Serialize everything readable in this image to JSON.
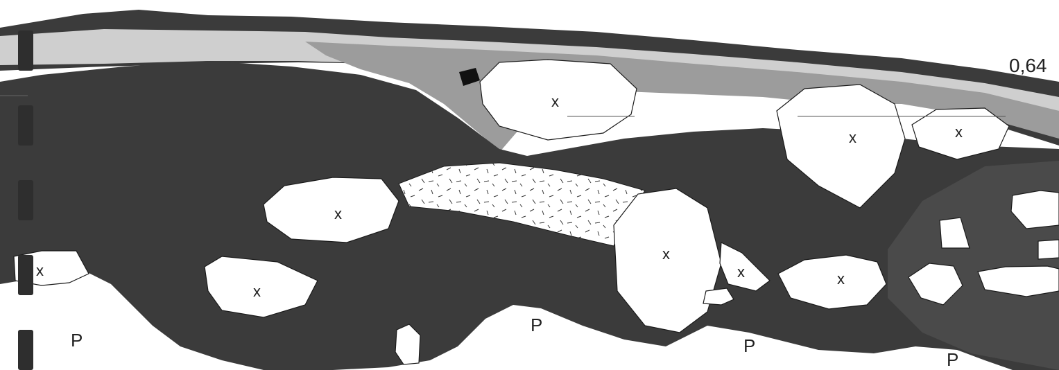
{
  "scale_label": "0,64",
  "marker_x": "x",
  "marker_p": "P",
  "colors": {
    "dark_matrix": "#3b3b3b",
    "mid_layer": "#9c9c9c",
    "light_layer": "#cfcfcf",
    "clast": "#ffffff",
    "background": "#ffffff",
    "outline": "#1a1a1a",
    "scale_bar": "#2e2e2e"
  }
}
